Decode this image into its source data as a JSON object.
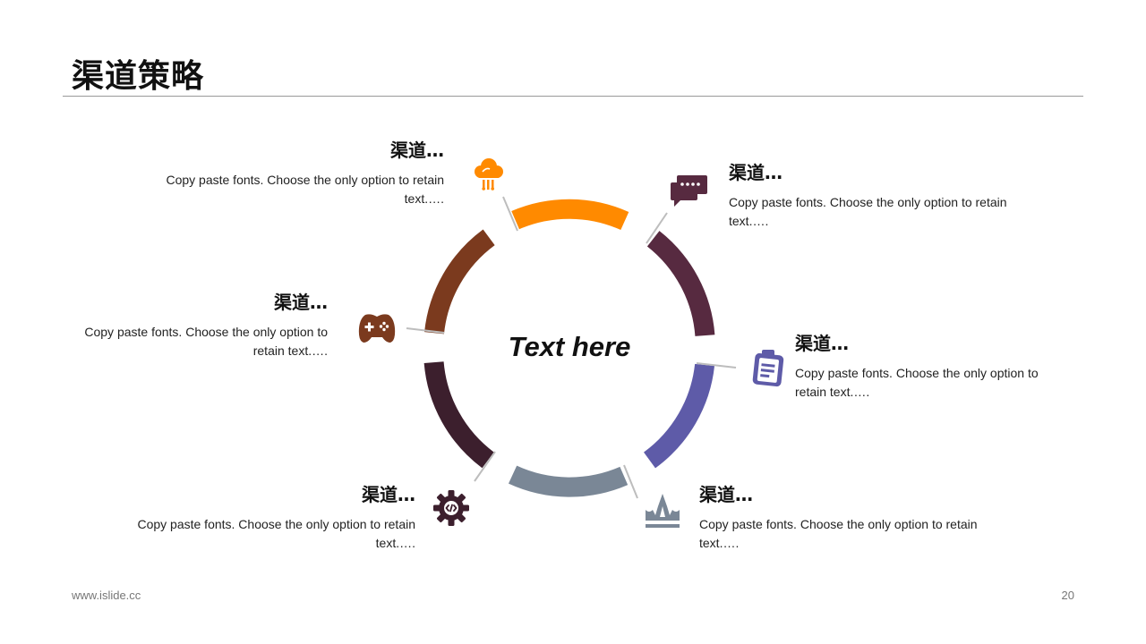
{
  "title": "渠道策略",
  "center": "Text here",
  "footer": {
    "site": "www.islide.cc",
    "page": "20"
  },
  "items": [
    {
      "heading": "渠道…",
      "body": "Copy paste fonts. Choose the only option to retain text.….",
      "color": "#FF8A00",
      "icon": "cloud-icon"
    },
    {
      "heading": "渠道…",
      "body": "Copy paste fonts. Choose the only option to retain text.….",
      "color": "#572A40",
      "icon": "chat-bubble-icon"
    },
    {
      "heading": "渠道…",
      "body": "Copy paste fonts. Choose the only option to retain text.….",
      "color": "#5E5BA8",
      "icon": "clipboard-icon"
    },
    {
      "heading": "渠道…",
      "body": "Copy paste fonts. Choose the only option to retain text.….",
      "color": "#7A8796",
      "icon": "crown-icon"
    },
    {
      "heading": "渠道…",
      "body": "Copy paste fonts. Choose the only option to retain text.….",
      "color": "#3C1F2D",
      "icon": "code-gear-icon"
    },
    {
      "heading": "渠道…",
      "body": "Copy paste fonts. Choose the only option to retain text.….",
      "color": "#7B3A1E",
      "icon": "gamepad-icon"
    }
  ]
}
